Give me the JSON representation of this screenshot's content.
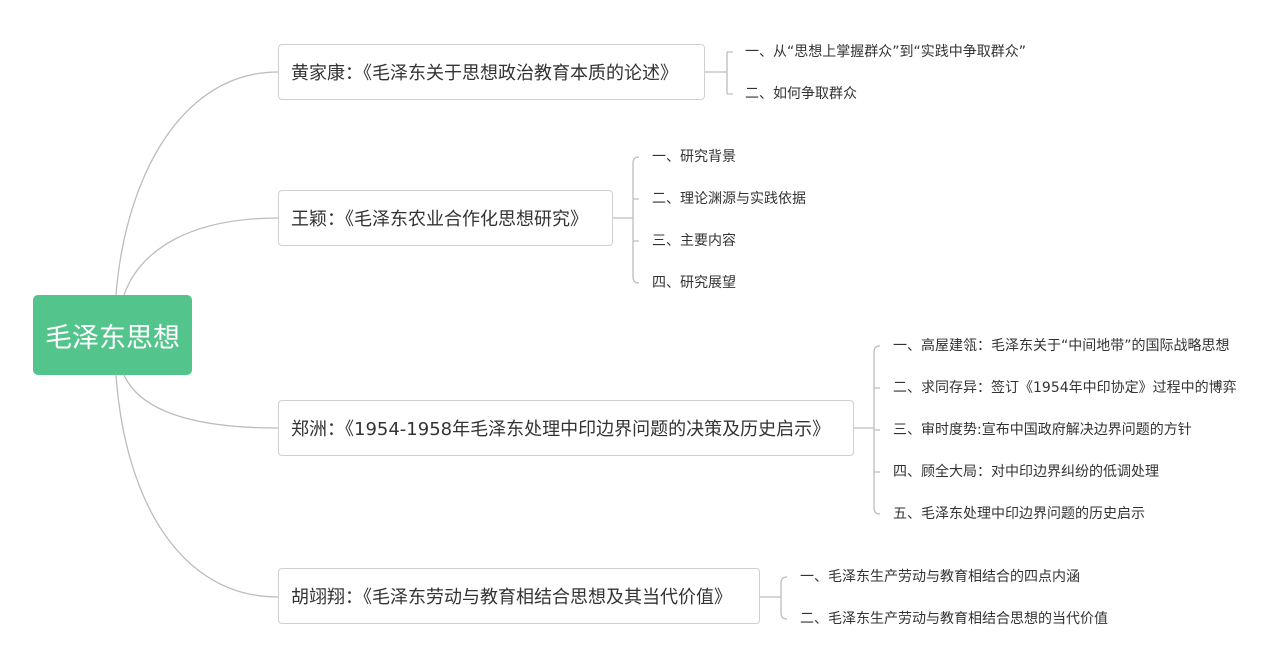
{
  "root": {
    "label": "毛泽东思想",
    "color": "#52c48c"
  },
  "branches": [
    {
      "label": "黄家康：《毛泽东关于思想政治教育本质的论述》",
      "children": [
        "一、从“思想上掌握群众”到“实践中争取群众”",
        "二、如何争取群众"
      ]
    },
    {
      "label": "王颖：《毛泽东农业合作化思想研究》",
      "children": [
        "一、研究背景",
        "二、理论渊源与实践依据",
        "三、主要内容",
        "四、研究展望"
      ]
    },
    {
      "label": "郑洲：《1954-1958年毛泽东处理中印边界问题的决策及历史启示》",
      "children": [
        "一、高屋建瓴：毛泽东关于“中间地带”的国际战略思想",
        "二、求同存异：签订《1954年中印协定》过程中的博弈",
        "三、审时度势:宣布中国政府解决边界问题的方针",
        "四、顾全大局：对中印边界纠纷的低调处理",
        "五、毛泽东处理中印边界问题的历史启示"
      ]
    },
    {
      "label": "胡翊翔：《毛泽东劳动与教育相结合思想及其当代价值》",
      "children": [
        "一、毛泽东生产劳动与教育相结合的四点内涵",
        "二、毛泽东生产劳动与教育相结合思想的当代价值"
      ]
    }
  ]
}
